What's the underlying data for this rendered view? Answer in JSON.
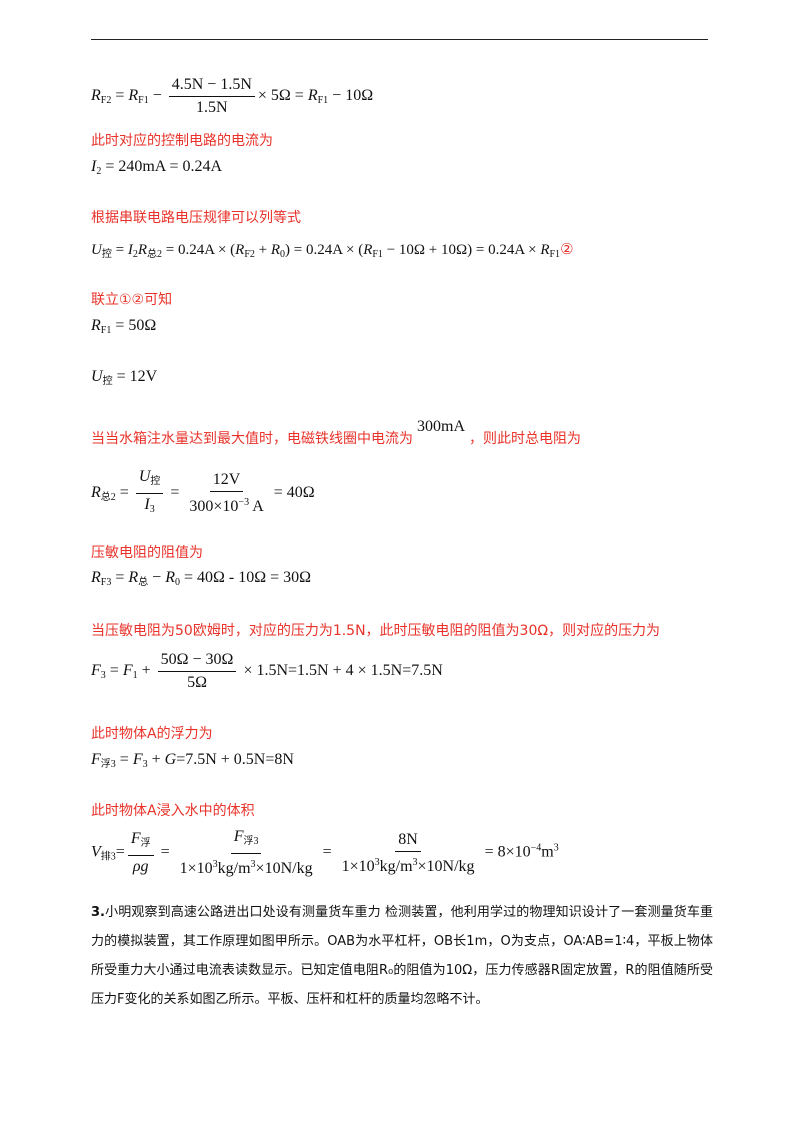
{
  "lines": {
    "control_current_intro": "此时对应的控制电路的电流为",
    "series_law_intro": "根据串联电路电压规律可以列等式",
    "combine_intro": "联立①②可知",
    "max_intro_a": "当当水箱注水量达到最大值时，电磁铁线圈中电流为",
    "max_intro_current": "300mA",
    "max_intro_b": "，则此时总电阻为",
    "resistor_intro": "压敏电阻的阻值为",
    "force_intro": "当压敏电阻为50欧姆时，对应的压力为1.5N，此时压敏电阻的阻值为30Ω，则对应的压力为",
    "buoyancy_intro": "此时物体A的浮力为",
    "volume_intro": "此时物体A浸入水中的体积"
  },
  "equations": {
    "eq1": {
      "lhs_R": "R",
      "lhs_sub": "F2",
      "eq": " = ",
      "R": "R",
      "sub": "F1",
      "minus": " − ",
      "num": "4.5N − 1.5N",
      "den": "1.5N",
      "tail_a": "× 5Ω = ",
      "R2": "R",
      "sub2": "F1",
      "tail_b": " − 10Ω"
    },
    "eq2": {
      "I": "I",
      "sub": "2",
      "rest": " = 240mA = 0.24A"
    },
    "eq3": {
      "U": "U",
      "sub_U": "控",
      "eq": " = ",
      "I": "I",
      "sub_I": "2",
      "R": "R",
      "sub_R": "总2",
      "part1": " = 0.24A × (",
      "R2": "R",
      "sub_R2": "F2",
      "part2": " + ",
      "R0": "R",
      "sub_R0": "0",
      "part3": ") = 0.24A × (",
      "R3": "R",
      "sub_R3": "F1",
      "part4": " − 10Ω + 10Ω) = 0.24A × ",
      "R4": "R",
      "sub_R4": "F1",
      "mark": "②"
    },
    "eq4": {
      "R": "R",
      "sub": "F1",
      "rest": " = 50Ω"
    },
    "eq5": {
      "U": "U",
      "sub": "控",
      "rest": " = 12V"
    },
    "eq6": {
      "R": "R",
      "sub": "总2",
      "eq": " = ",
      "num_U": "U",
      "num_sub": "控",
      "den_I": "I",
      "den_sub": "3",
      "num2": "12V",
      "den2": "300×10",
      "den2_sup": "−3",
      "den2_unit": " A",
      "rest": " = 40Ω"
    },
    "eq7": {
      "R": "R",
      "sub": "F3",
      "eq": " = ",
      "R2": "R",
      "sub2": "总",
      "minus": " − ",
      "R3": "R",
      "sub3": "0",
      "rest": " = 40Ω - 10Ω = 30Ω"
    },
    "eq8": {
      "F": "F",
      "sub": "3",
      "eq": " = ",
      "F1": "F",
      "sub1": "1",
      "plus": " + ",
      "num": "50Ω − 30Ω",
      "den": "5Ω",
      "rest": " × 1.5N=1.5N + 4 × 1.5N=7.5N"
    },
    "eq9": {
      "F": "F",
      "sub": "浮3",
      "eq": " = ",
      "F3": "F",
      "sub3": "3",
      "plus": " + ",
      "G": "G",
      "rest": "=7.5N + 0.5N=8N"
    },
    "eq10": {
      "V": "V",
      "sub": "排3",
      "eq": "=",
      "f1_num_F": "F",
      "f1_num_sub": "浮",
      "f1_den": "ρg",
      "f2_num_F": "F",
      "f2_num_sub": "浮3",
      "den_a": "1×10",
      "den_sup1": "3",
      "den_b": "kg/m",
      "den_sup2": "3",
      "den_c": "×10N/kg",
      "f3_num": "8N",
      "rest_a": " = 8×10",
      "rest_sup": "−4",
      "rest_b": "m",
      "rest_sup2": "3"
    }
  },
  "question": {
    "number": "3.",
    "text": "小明观察到高速公路进出口处设有测量货车重力 检测装置，他利用学过的物理知识设计了一套测量货车重力的模拟装置，其工作原理如图甲所示。OAB为水平杠杆，OB长1m，O为支点，OA∶AB=1∶4，平板上物体所受重力大小通过电流表读数显示。已知定值电阻R₀的阻值为10Ω，压力传感器R固定放置，R的阻值随所受压力F变化的关系如图乙所示。平板、压杆和杠杆的质量均忽略不计。"
  }
}
